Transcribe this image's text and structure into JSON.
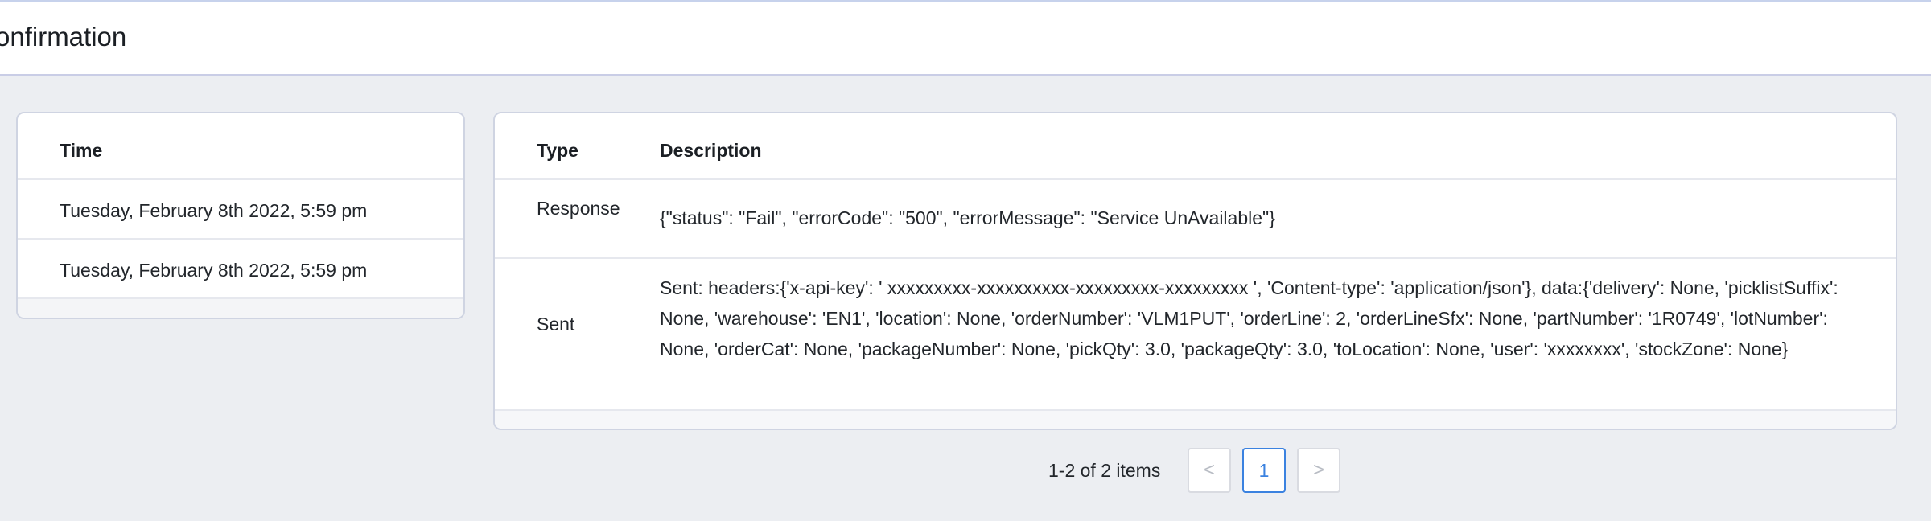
{
  "header": {
    "title": "onfirmation"
  },
  "time_table": {
    "column_header": "Time",
    "rows": [
      "Tuesday, February 8th 2022, 5:59 pm",
      "Tuesday, February 8th 2022, 5:59 pm"
    ]
  },
  "events_table": {
    "columns": {
      "type": "Type",
      "description": "Description"
    },
    "rows": [
      {
        "type": "Response",
        "description": "{\"status\": \"Fail\", \"errorCode\": \"500\", \"errorMessage\": \"Service UnAvailable\"}"
      },
      {
        "type": "Sent",
        "description": "Sent: headers:{'x-api-key': ' xxxxxxxxx-xxxxxxxxxx-xxxxxxxxx-xxxxxxxxx ', 'Content-type': 'application/json'}, data:{'delivery': None, 'picklistSuffix': None, 'warehouse': 'EN1', 'location': None, 'orderNumber': 'VLM1PUT', 'orderLine': 2, 'orderLineSfx': None, 'partNumber': '1R0749', 'lotNumber': None, 'orderCat': None, 'packageNumber': None, 'pickQty': 3.0, 'packageQty': 3.0, 'toLocation': None, 'user': 'xxxxxxxx', 'stockZone': None}"
      }
    ]
  },
  "pagination": {
    "summary": "1-2 of 2 items",
    "prev_icon": "chevron-left-icon",
    "prev_glyph": "<",
    "current_page": "1",
    "next_icon": "chevron-right-icon",
    "next_glyph": ">"
  },
  "colors": {
    "background": "#eceef2",
    "accent": "#3b82e0",
    "card_border": "#cfd4e2"
  }
}
